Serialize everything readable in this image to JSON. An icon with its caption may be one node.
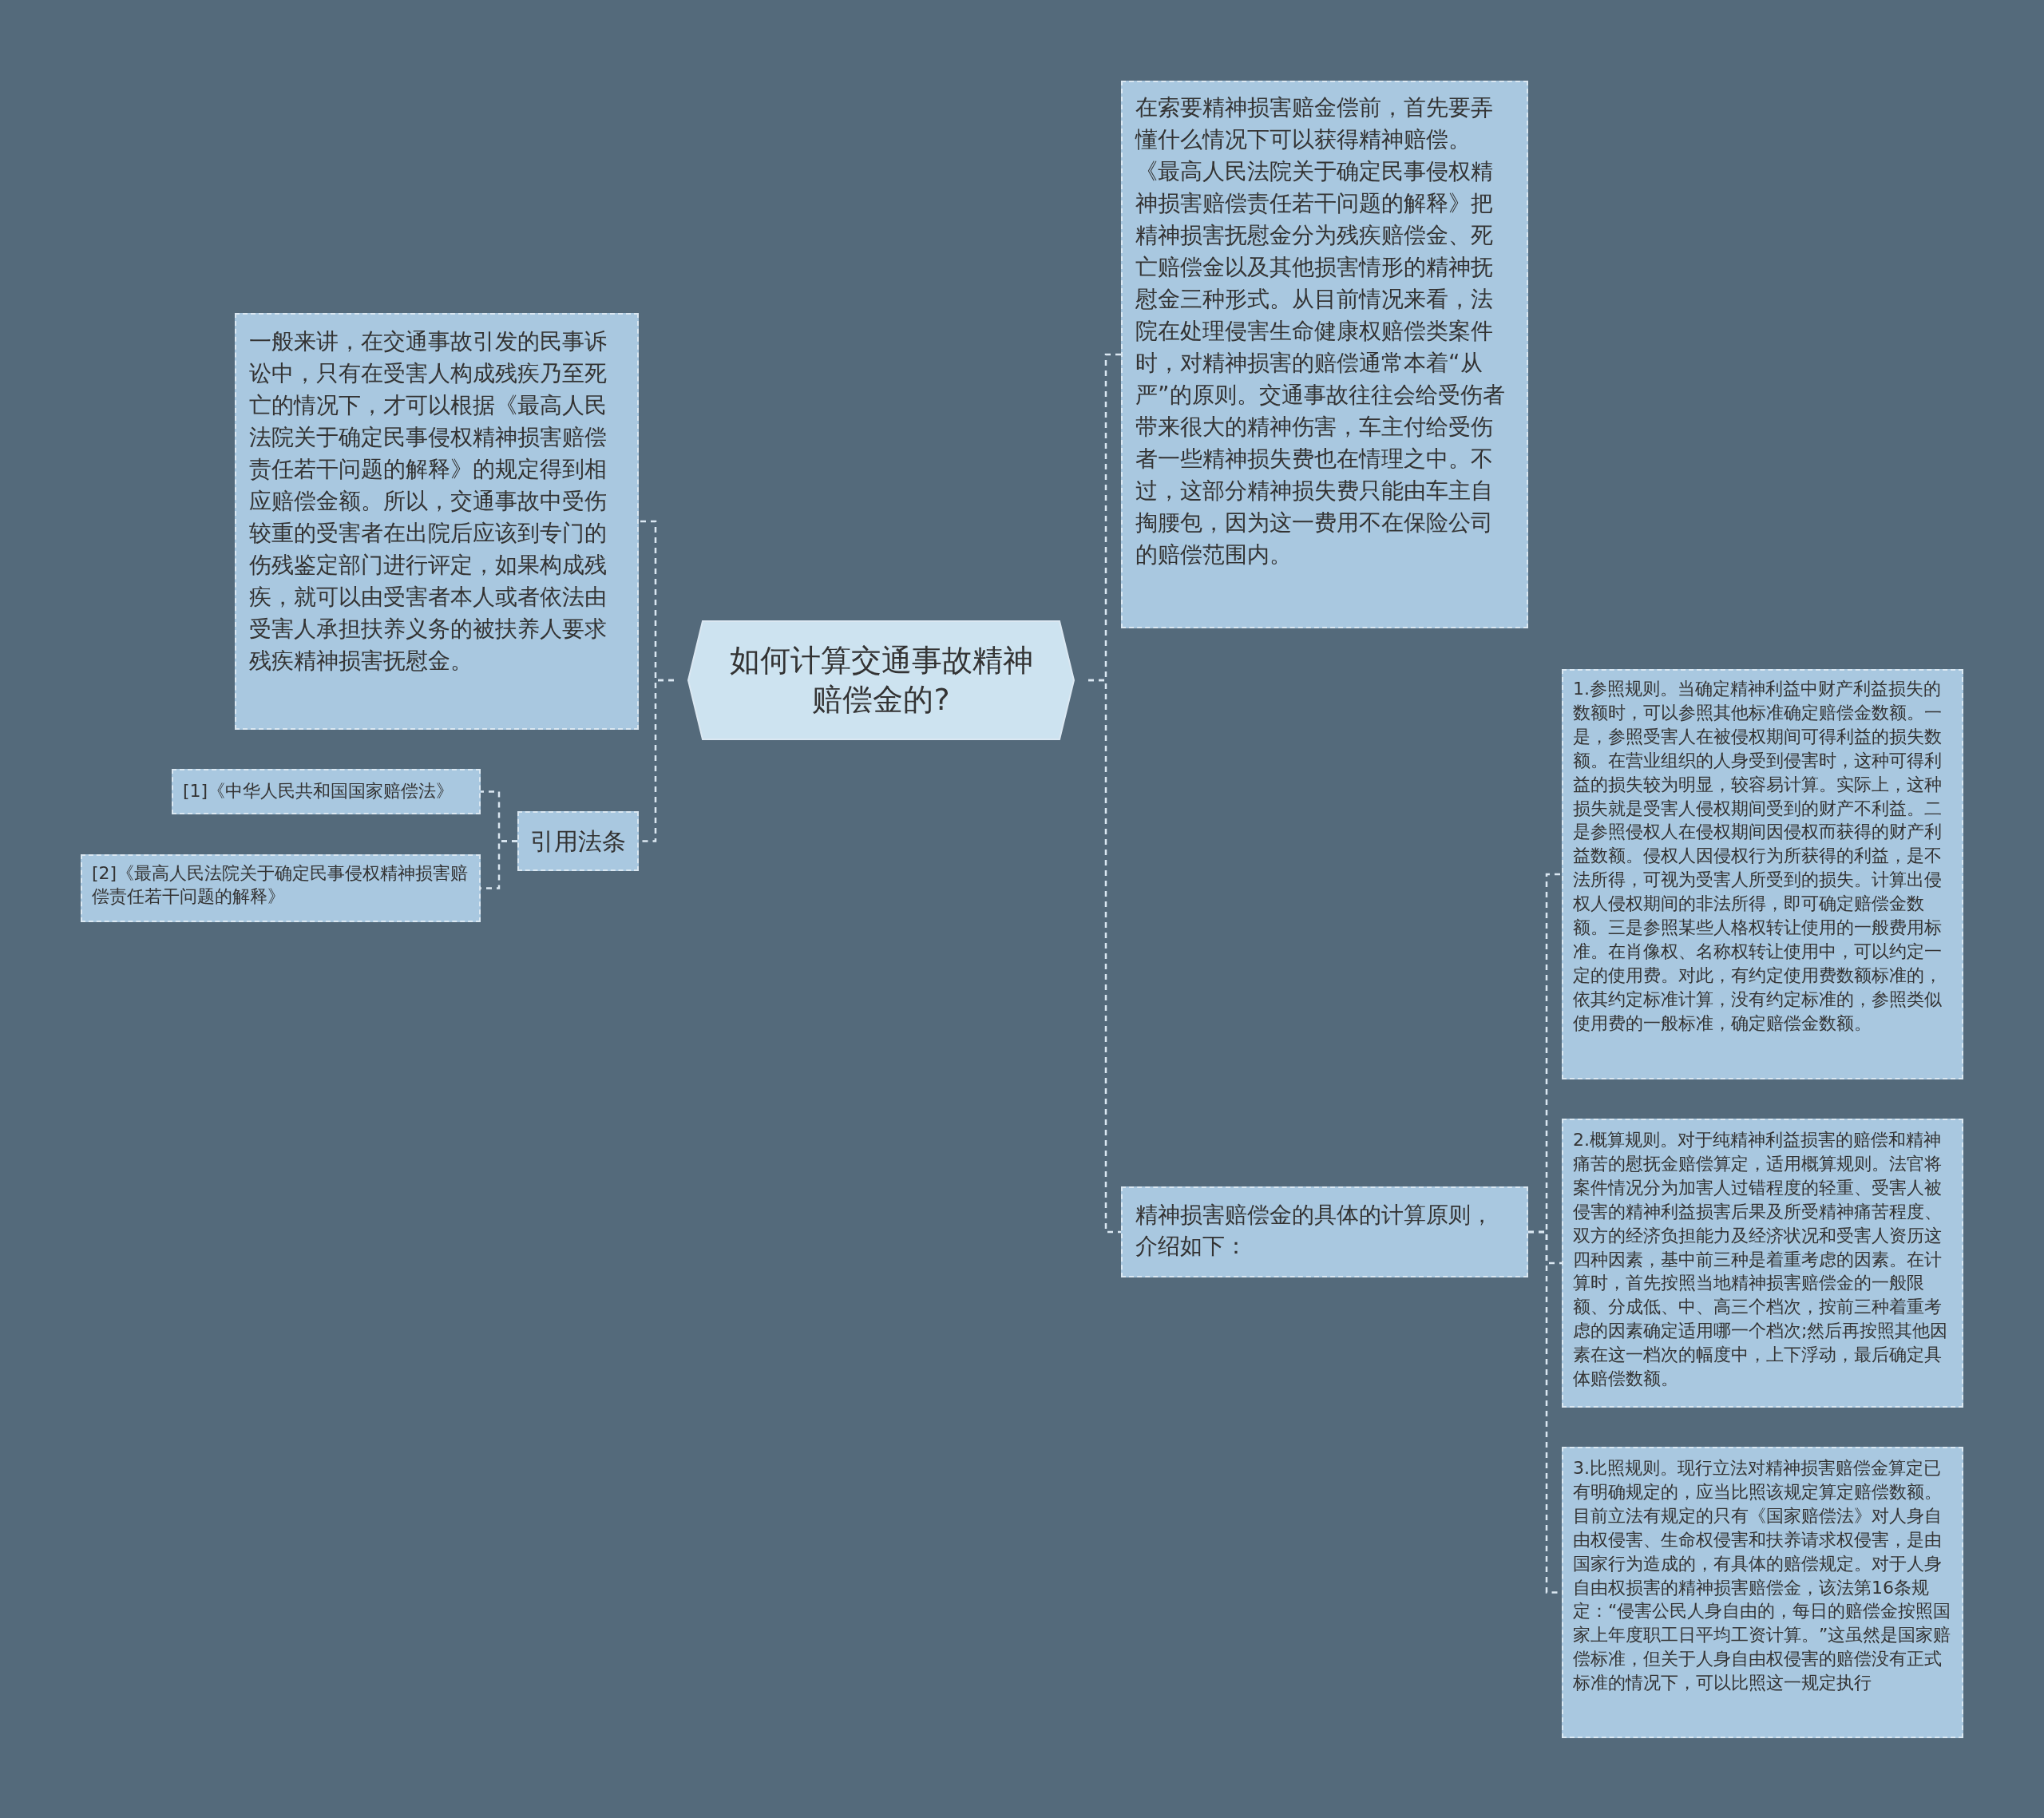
{
  "diagram": {
    "nodes": [
      {
        "text": [
          "如何计算交通事故精神赔偿金的?"
        ]
      },
      {
        "text": [
          "一般来讲，在交通事故引发的民事诉讼中，只有在受害人构成残疾乃至死亡的情况下，才可以根据《最高人民法院关于确定民事侵权精神损害赔偿责任若干问题的解释》的规定得到相应赔偿金额。所以，交通事故中受伤较重的受害者在出院后应该到专门的伤残鉴定部门进行评定，如果构成残疾，就可以由受害者本人或者依法由受害人承担扶养义务的被扶养人要求残疾精神损害抚慰金。"
        ]
      },
      {
        "text": [
          "引用法条"
        ]
      },
      {
        "text": [
          "[1]《中华人民共和国国家赔偿法》"
        ]
      },
      {
        "text": [
          "[2]《最高人民法院关于确定民事侵权精神损害赔偿责任若干问题的解释》"
        ]
      },
      {
        "text": [
          " 在索要精神损害赔金偿前，首先要弄懂什么情况下可以获得精神赔偿。《最高人民法院关于确定民事侵权精神损害赔偿责任若干问题的解释》把精神损害抚慰金分为残疾赔偿金、死亡赔偿金以及其他损害情形的精神抚慰金三种形式。从目前情况来看，法院在处理侵害生命健康权赔偿类案件时，对精神损害的赔偿通常本着“从严”的原则。交通事故往往会给受伤者带来很大的精神伤害，车主付给受伤者一些精神损失费也在情理之中。不过，这部分精神损失费只能由车主自掏腰包，因为这一费用不在保险公司的赔偿范围内。"
        ]
      },
      {
        "text": [
          "精神损害赔偿金的具体的计算原则，介绍如下："
        ]
      },
      {
        "text": [
          "1.参照规则。当确定精神利益中财产利益损失的数额时，可以参照其他标准确定赔偿金数额。一是，参照受害人在被侵权期间可得利益的损失数额。在营业组织的人身受到侵害时，这种可得利益的损失较为明显，较容易计算。实际上，这种损失就是受害人侵权期间受到的财产不利益。二是参照侵权人在侵权期间因侵权而获得的财产利益数额。侵权人因侵权行为所获得的利益，是不法所得，可视为受害人所受到的损失。计算出侵权人侵权期间的非法所得，即可确定赔偿金数额。三是参照某些人格权转让使用的一般费用标准。在肖像权、名称权转让使用中，可以约定一定的使用费。对此，有约定使用费数额标准的，依其约定标准计算，没有约定标准的，参照类似使用费的一般标准，确定赔偿金数额。"
        ]
      },
      {
        "text": [
          "2.概算规则。对于纯精神利益损害的赔偿和精神痛苦的慰抚金赔偿算定，适用概算规则。法官将案件情况分为加害人过错程度的轻重、受害人被侵害的精神利益损害后果及所受精神痛苦程度、双方的经济负担能力及经济状况和受害人资历这四种因素，基中前三种是着重考虑的因素。在计算时，首先按照当地精神损害赔偿金的一般限额、分成低、中、高三个档次，按前三种着重考虑的因素确定适用哪一个档次;然后再按照其他因素在这一档次的幅度中，上下浮动，最后确定具体赔偿数额。"
        ]
      },
      {
        "text": [
          "3.比照规则。现行立法对精神损害赔偿金算定已有明确规定的，应当比照该规定算定赔偿数额。目前立法有规定的只有《国家赔偿法》对人身自由权侵害、生命权侵害和扶养请求权侵害，是由国家行为造成的，有具体的赔偿规定。对于人身自由权损害的精神损害赔偿金，该法第16条规定：“侵害公民人身自由的，每日的赔偿金按照国家上年度职工日平均工资计算。”这虽然是国家赔偿标准，但关于人身自由权侵害的赔偿没有正式标准的情况下，可以比照这一规定执行"
        ]
      }
    ],
    "edges": [
      {
        "from": 0,
        "to": 1,
        "arrow": "none",
        "style": "dashed"
      },
      {
        "from": 0,
        "to": 2,
        "arrow": "none",
        "style": "dashed"
      },
      {
        "from": 2,
        "to": 3,
        "arrow": "none",
        "style": "dashed"
      },
      {
        "from": 2,
        "to": 4,
        "arrow": "none",
        "style": "dashed"
      },
      {
        "from": 0,
        "to": 5,
        "arrow": "none",
        "style": "dashed"
      },
      {
        "from": 0,
        "to": 6,
        "arrow": "none",
        "style": "dashed"
      },
      {
        "from": 6,
        "to": 7,
        "arrow": "none",
        "style": "dashed"
      },
      {
        "from": 6,
        "to": 8,
        "arrow": "none",
        "style": "dashed"
      },
      {
        "from": 6,
        "to": 9,
        "arrow": "none",
        "style": "dashed"
      }
    ]
  }
}
